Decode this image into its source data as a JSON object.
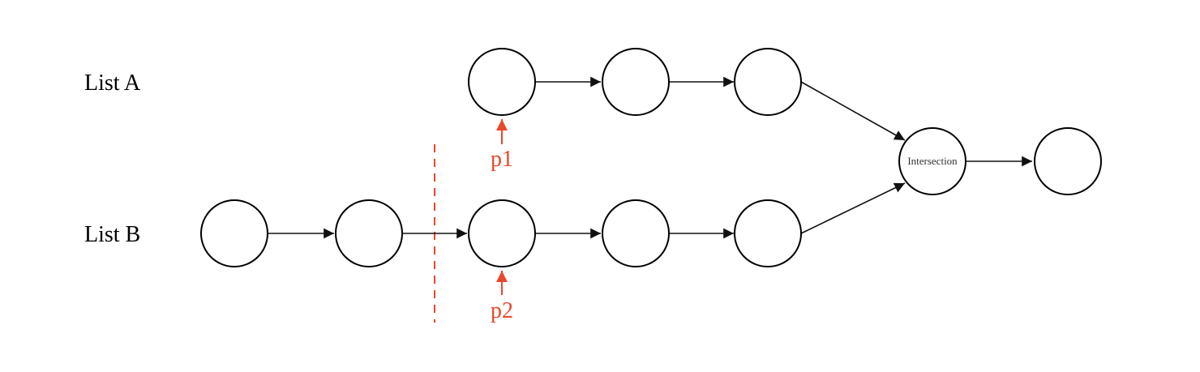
{
  "lists": {
    "a_label": "List A",
    "b_label": "List B"
  },
  "pointers": {
    "p1_label": "p1",
    "p2_label": "p2"
  },
  "intersection": {
    "label": "Intersection"
  },
  "colors": {
    "accent": "#e8482c",
    "node_stroke": "#000000",
    "edge": "#111111"
  }
}
